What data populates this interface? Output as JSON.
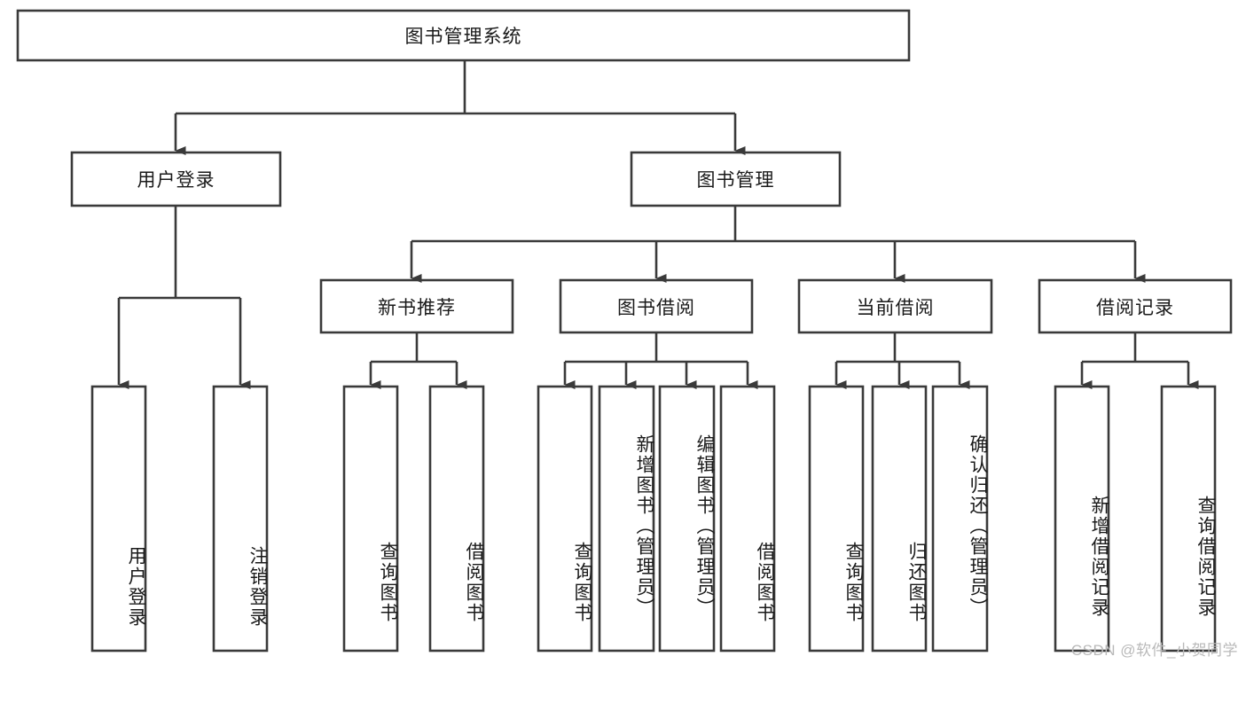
{
  "diagram": {
    "type": "hierarchy-tree",
    "root": {
      "id": "root",
      "label": "图书管理系统",
      "orientation": "horizontal"
    },
    "level2": [
      {
        "id": "user-login",
        "label": "用户登录",
        "orientation": "horizontal"
      },
      {
        "id": "book-manage",
        "label": "图书管理",
        "orientation": "horizontal"
      }
    ],
    "level3": [
      {
        "id": "new-book-recommend",
        "label": "新书推荐",
        "orientation": "horizontal",
        "parent": "book-manage"
      },
      {
        "id": "book-borrow",
        "label": "图书借阅",
        "orientation": "horizontal",
        "parent": "book-manage"
      },
      {
        "id": "current-borrow",
        "label": "当前借阅",
        "orientation": "horizontal",
        "parent": "book-manage"
      },
      {
        "id": "borrow-record",
        "label": "借阅记录",
        "orientation": "horizontal",
        "parent": "book-manage"
      }
    ],
    "leaves": [
      {
        "id": "leaf-user-login",
        "label": "用户登录",
        "orientation": "vertical",
        "parent": "user-login"
      },
      {
        "id": "leaf-logout-login",
        "label": "注销登录",
        "orientation": "vertical",
        "parent": "user-login"
      },
      {
        "id": "leaf-query-book-1",
        "label": "查询图书",
        "orientation": "vertical",
        "parent": "new-book-recommend"
      },
      {
        "id": "leaf-borrow-book-1",
        "label": "借阅图书",
        "orientation": "vertical",
        "parent": "new-book-recommend"
      },
      {
        "id": "leaf-query-book-2",
        "label": "查询图书",
        "orientation": "vertical",
        "parent": "book-borrow"
      },
      {
        "id": "leaf-add-book-admin",
        "label": "新增图书（管理员）",
        "orientation": "vertical",
        "parent": "book-borrow"
      },
      {
        "id": "leaf-edit-book-admin",
        "label": "编辑图书（管理员）",
        "orientation": "vertical",
        "parent": "book-borrow"
      },
      {
        "id": "leaf-borrow-book-2",
        "label": "借阅图书",
        "orientation": "vertical",
        "parent": "book-borrow"
      },
      {
        "id": "leaf-query-book-3",
        "label": "查询图书",
        "orientation": "vertical",
        "parent": "current-borrow"
      },
      {
        "id": "leaf-return-book",
        "label": "归还图书",
        "orientation": "vertical",
        "parent": "current-borrow"
      },
      {
        "id": "leaf-confirm-return-admin",
        "label": "确认归还（管理员）",
        "orientation": "vertical",
        "parent": "current-borrow"
      },
      {
        "id": "leaf-add-borrow-record",
        "label": "新增借阅记录",
        "orientation": "vertical",
        "parent": "borrow-record"
      },
      {
        "id": "leaf-query-borrow-record",
        "label": "查询借阅记录",
        "orientation": "vertical",
        "parent": "borrow-record"
      }
    ],
    "colors": {
      "box_stroke": "#3a3a3a",
      "box_fill": "#ffffff",
      "text": "#1a1a1a",
      "background": "#ffffff",
      "watermark": "#b9b9b9"
    }
  },
  "watermark": {
    "text": "CSDN @软件_小贺同学"
  }
}
